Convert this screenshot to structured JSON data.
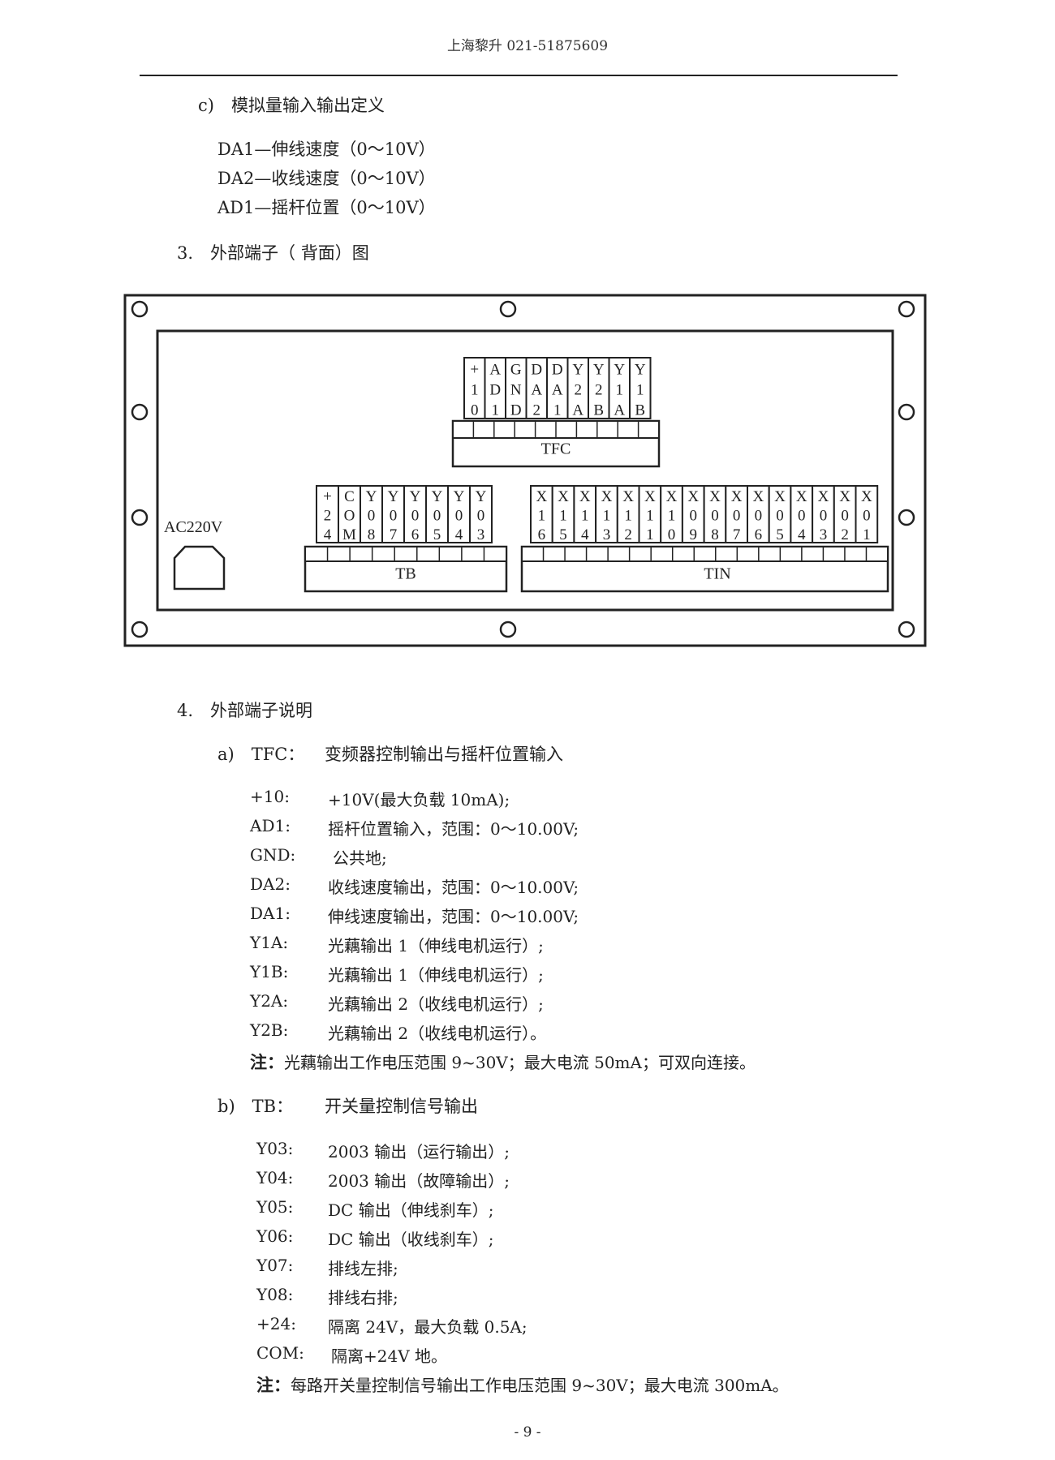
{
  "header": "上海黎升 021-51875609",
  "sec_c": {
    "title": "c)　模拟量输入输出定义",
    "lines": [
      "DA1—伸线速度（0～10V）",
      "DA2—收线速度（0～10V）",
      "AD1—摇杆位置（0～10V）"
    ]
  },
  "sec3_title": "3.　外部端子（ 背面）图",
  "diagram": {
    "ac_label": "AC220V",
    "tfc_label": "TFC",
    "tb_label": "TB",
    "tin_label": "TIN",
    "tfc_terms": [
      "+10",
      "AD1",
      "GND",
      "DA2",
      "DA1",
      "Y2A",
      "Y2B",
      "Y1A",
      "Y1B"
    ],
    "tb_terms": [
      "+24",
      "COM",
      "Y08",
      "Y07",
      "Y06",
      "Y05",
      "Y04",
      "Y03"
    ],
    "tin_terms": [
      "X16",
      "X15",
      "X14",
      "X13",
      "X12",
      "X11",
      "X10",
      "X09",
      "X08",
      "X07",
      "X06",
      "X05",
      "X04",
      "X03",
      "X02",
      "X01"
    ]
  },
  "sec4_title": "4.　外部端子说明",
  "tfc_section": {
    "label": "a)　TFC：",
    "desc": "变频器控制输出与摇杆位置输入",
    "items": [
      {
        "k": "+10:",
        "v": "+10V(最大负载 10mA);"
      },
      {
        "k": "AD1:",
        "v": "摇杆位置输入，范围：0～10.00V;"
      },
      {
        "k": "GND:",
        "v": "公共地;"
      },
      {
        "k": "DA2:",
        "v": "收线速度输出，范围：0～10.00V;"
      },
      {
        "k": "DA1:",
        "v": "伸线速度输出，范围：0～10.00V;"
      },
      {
        "k": "Y1A:",
        "v": "光藕输出 1（伸线电机运行）;"
      },
      {
        "k": "Y1B:",
        "v": "光藕输出 1（伸线电机运行）;"
      },
      {
        "k": "Y2A:",
        "v": "光藕输出 2（收线电机运行）;"
      },
      {
        "k": "Y2B:",
        "v": "光藕输出 2（收线电机运行）。"
      }
    ],
    "note_label": "注：",
    "note_text": "光藕输出工作电压范围 9~30V；最大电流 50mA；可双向连接。"
  },
  "tb_section": {
    "label": "b)　TB：",
    "desc": "开关量控制信号输出",
    "items": [
      {
        "k": "Y03:",
        "v": "2003 输出（运行输出）;"
      },
      {
        "k": "Y04:",
        "v": "2003 输出（故障输出）;"
      },
      {
        "k": "Y05:",
        "v": "DC 输出（伸线刹车）;"
      },
      {
        "k": "Y06:",
        "v": "DC 输出（收线刹车）;"
      },
      {
        "k": "Y07:",
        "v": "排线左排;"
      },
      {
        "k": "Y08:",
        "v": "排线右排;"
      },
      {
        "k": "+24:",
        "v": "隔离 24V，最大负载 0.5A;"
      },
      {
        "k": "COM:",
        "v": "隔离+24V 地。"
      }
    ],
    "note_label": "注：",
    "note_text": "每路开关量控制信号输出工作电压范围 9~30V；最大电流 300mA。"
  },
  "page_number": "- 9 -"
}
